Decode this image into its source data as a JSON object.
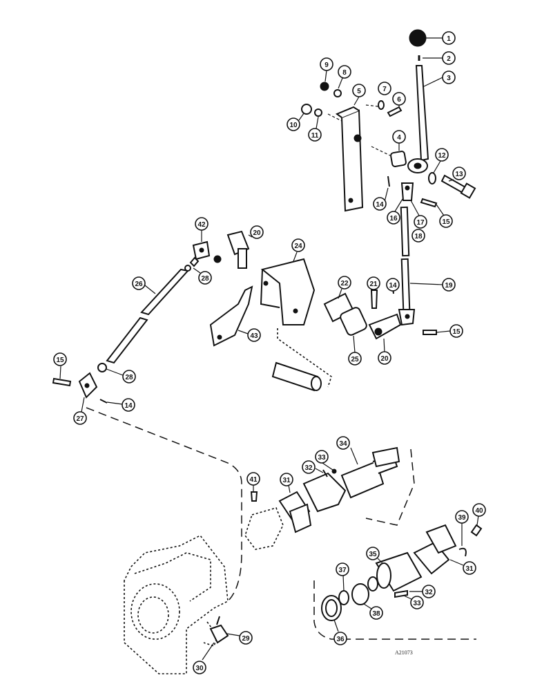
{
  "drawing_ref": "A21073",
  "callouts": [
    "1",
    "2",
    "3",
    "4",
    "5",
    "6",
    "7",
    "8",
    "9",
    "10",
    "11",
    "12",
    "13",
    "14",
    "14",
    "14",
    "14",
    "15",
    "15",
    "15",
    "16",
    "17",
    "18",
    "19",
    "20",
    "20",
    "21",
    "22",
    "24",
    "25",
    "26",
    "27",
    "28",
    "28",
    "29",
    "30",
    "31",
    "31",
    "32",
    "32",
    "33",
    "33",
    "34",
    "35",
    "36",
    "37",
    "38",
    "39",
    "40",
    "41",
    "42",
    "43"
  ]
}
